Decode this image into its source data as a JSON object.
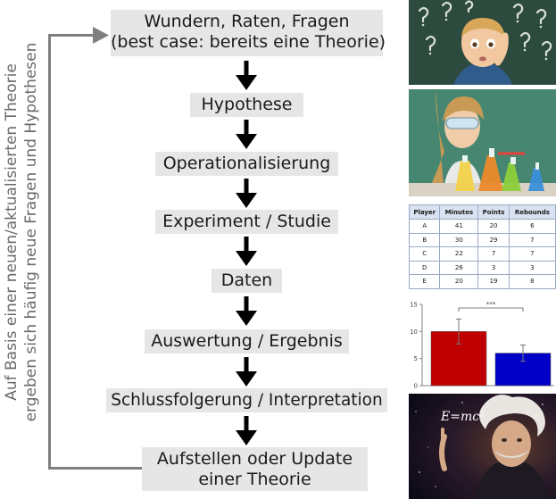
{
  "steps": [
    {
      "line1": "Wundern, Raten, Fragen",
      "line2": "(best case: bereits eine Theorie)"
    },
    {
      "line1": "Hypothese"
    },
    {
      "line1": "Operationalisierung"
    },
    {
      "line1": "Experiment / Studie"
    },
    {
      "line1": "Daten"
    },
    {
      "line1": "Auswertung / Ergebnis"
    },
    {
      "line1": "Schlussfolgerung / Interpretation"
    },
    {
      "line1": "Aufstellen oder Update",
      "line2": "einer Theorie"
    }
  ],
  "feedback": {
    "line1": "Auf Basis einer neuen/aktualisierten Theorie",
    "line2": "ergeben sich häufig neue Fragen und Hypothesen"
  },
  "table": {
    "headers": [
      "Player",
      "Minutes",
      "Points",
      "Rebounds"
    ],
    "rows": [
      [
        "A",
        "41",
        "20",
        "6"
      ],
      [
        "B",
        "30",
        "29",
        "7"
      ],
      [
        "C",
        "22",
        "7",
        "7"
      ],
      [
        "D",
        "26",
        "3",
        "3"
      ],
      [
        "E",
        "20",
        "19",
        "8"
      ]
    ]
  },
  "chart_data": {
    "type": "bar",
    "categories": [
      "",
      ""
    ],
    "values": [
      10,
      6
    ],
    "errors": [
      2.3,
      1.5
    ],
    "colors": [
      "#c00000",
      "#0000c8"
    ],
    "ylim": [
      0,
      15
    ],
    "yticks": [
      "0",
      "5",
      "10",
      "15"
    ],
    "annotation": "***"
  },
  "einstein": {
    "formula": "E=mc²"
  },
  "colors": {
    "box": "#e6e6e6",
    "loop": "#7f7f7f",
    "chalkboard": "#2e4a3e"
  }
}
